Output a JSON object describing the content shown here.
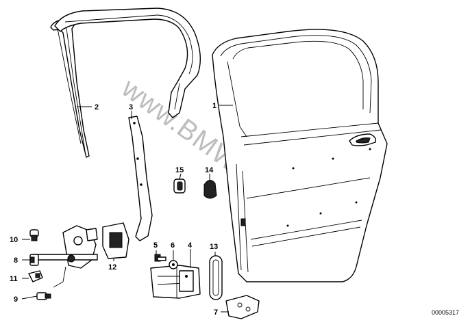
{
  "watermark": "www.BMWstore.pl",
  "part_number": "00005317",
  "callouts": [
    "1",
    "2",
    "3",
    "4",
    "5",
    "6",
    "7",
    "8",
    "9",
    "10",
    "11",
    "12",
    "13",
    "14",
    "15"
  ]
}
